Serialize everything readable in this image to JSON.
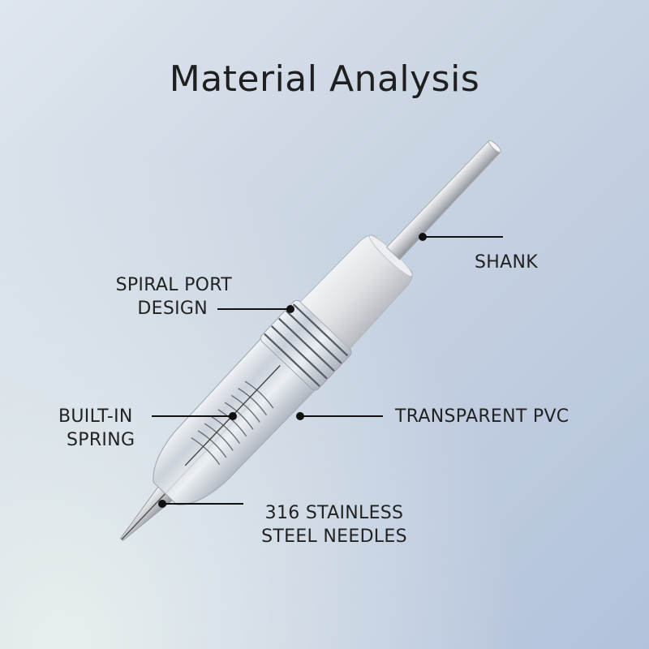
{
  "title": "Material Analysis",
  "labels": {
    "shank": "SHANK",
    "spiral_port_line1": "SPIRAL PORT",
    "spiral_port_line2": "DESIGN",
    "spring_line1": "BUILT-IN",
    "spring_line2": "SPRING",
    "pvc": "TRANSPARENT PVC",
    "needles_line1": "316 STAINLESS",
    "needles_line2": "STEEL NEEDLES"
  }
}
